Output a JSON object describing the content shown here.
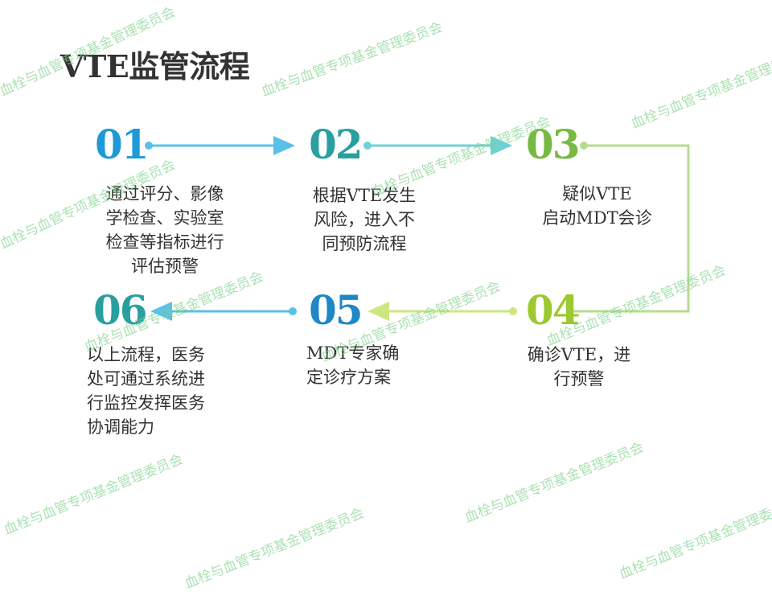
{
  "title": "VTE监管流程",
  "steps": [
    {
      "number": "01",
      "lines": [
        "通过评分、影像",
        "学检查、实验室",
        "检查等指标进行",
        "评估预警"
      ],
      "color": "#1e9ad6"
    },
    {
      "number": "02",
      "lines": [
        "根据VTE发生",
        "风险，进入不",
        "同预防流程"
      ],
      "color": "#2a9f9f"
    },
    {
      "number": "03",
      "lines": [
        "疑似VTE",
        "启动MDT会诊"
      ],
      "color": "#78b943"
    },
    {
      "number": "04",
      "lines": [
        "确诊VTE，进",
        "行预警"
      ],
      "color": "#9cc930"
    },
    {
      "number": "05",
      "lines": [
        "MDT专家确",
        "定诊疗方案"
      ],
      "color": "#1e87c6"
    },
    {
      "number": "06",
      "lines": [
        "以上流程，医务",
        "处可通过系统进",
        "行监控发挥医务",
        "协调能力"
      ],
      "color": "#2a9f9f"
    }
  ],
  "watermark": "血栓与血管专项基金管理委员会",
  "colors": {
    "arrow_blue": "#5bc0e8",
    "arrow_teal": "#6fd0d8",
    "arrow_green": "#b5dd8e",
    "arrow_lime": "#cde77e"
  }
}
